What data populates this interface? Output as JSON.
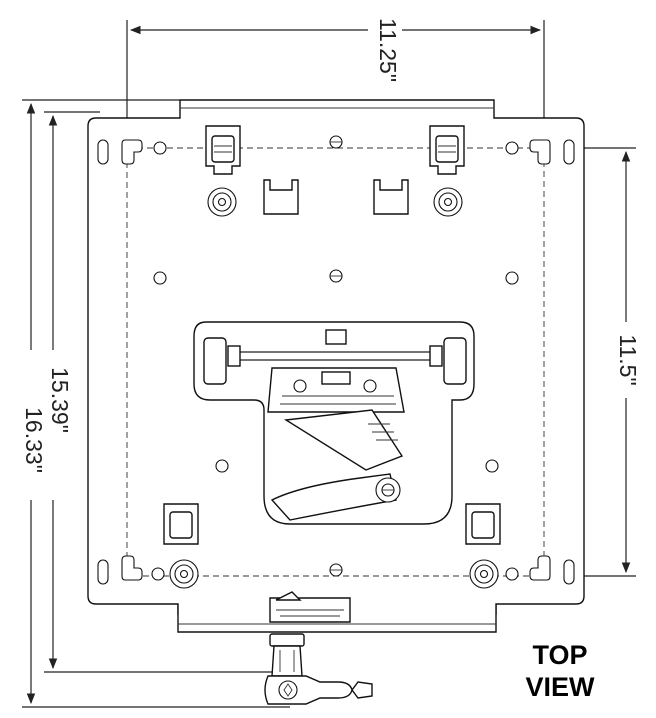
{
  "dimensions": {
    "width_outer": "11.25\"",
    "height_inner_right": "11.5\"",
    "height_inner_left": "15.39\"",
    "height_outer_left": "16.33\""
  },
  "view_label": {
    "line1": "TOP",
    "line2": "VIEW"
  }
}
